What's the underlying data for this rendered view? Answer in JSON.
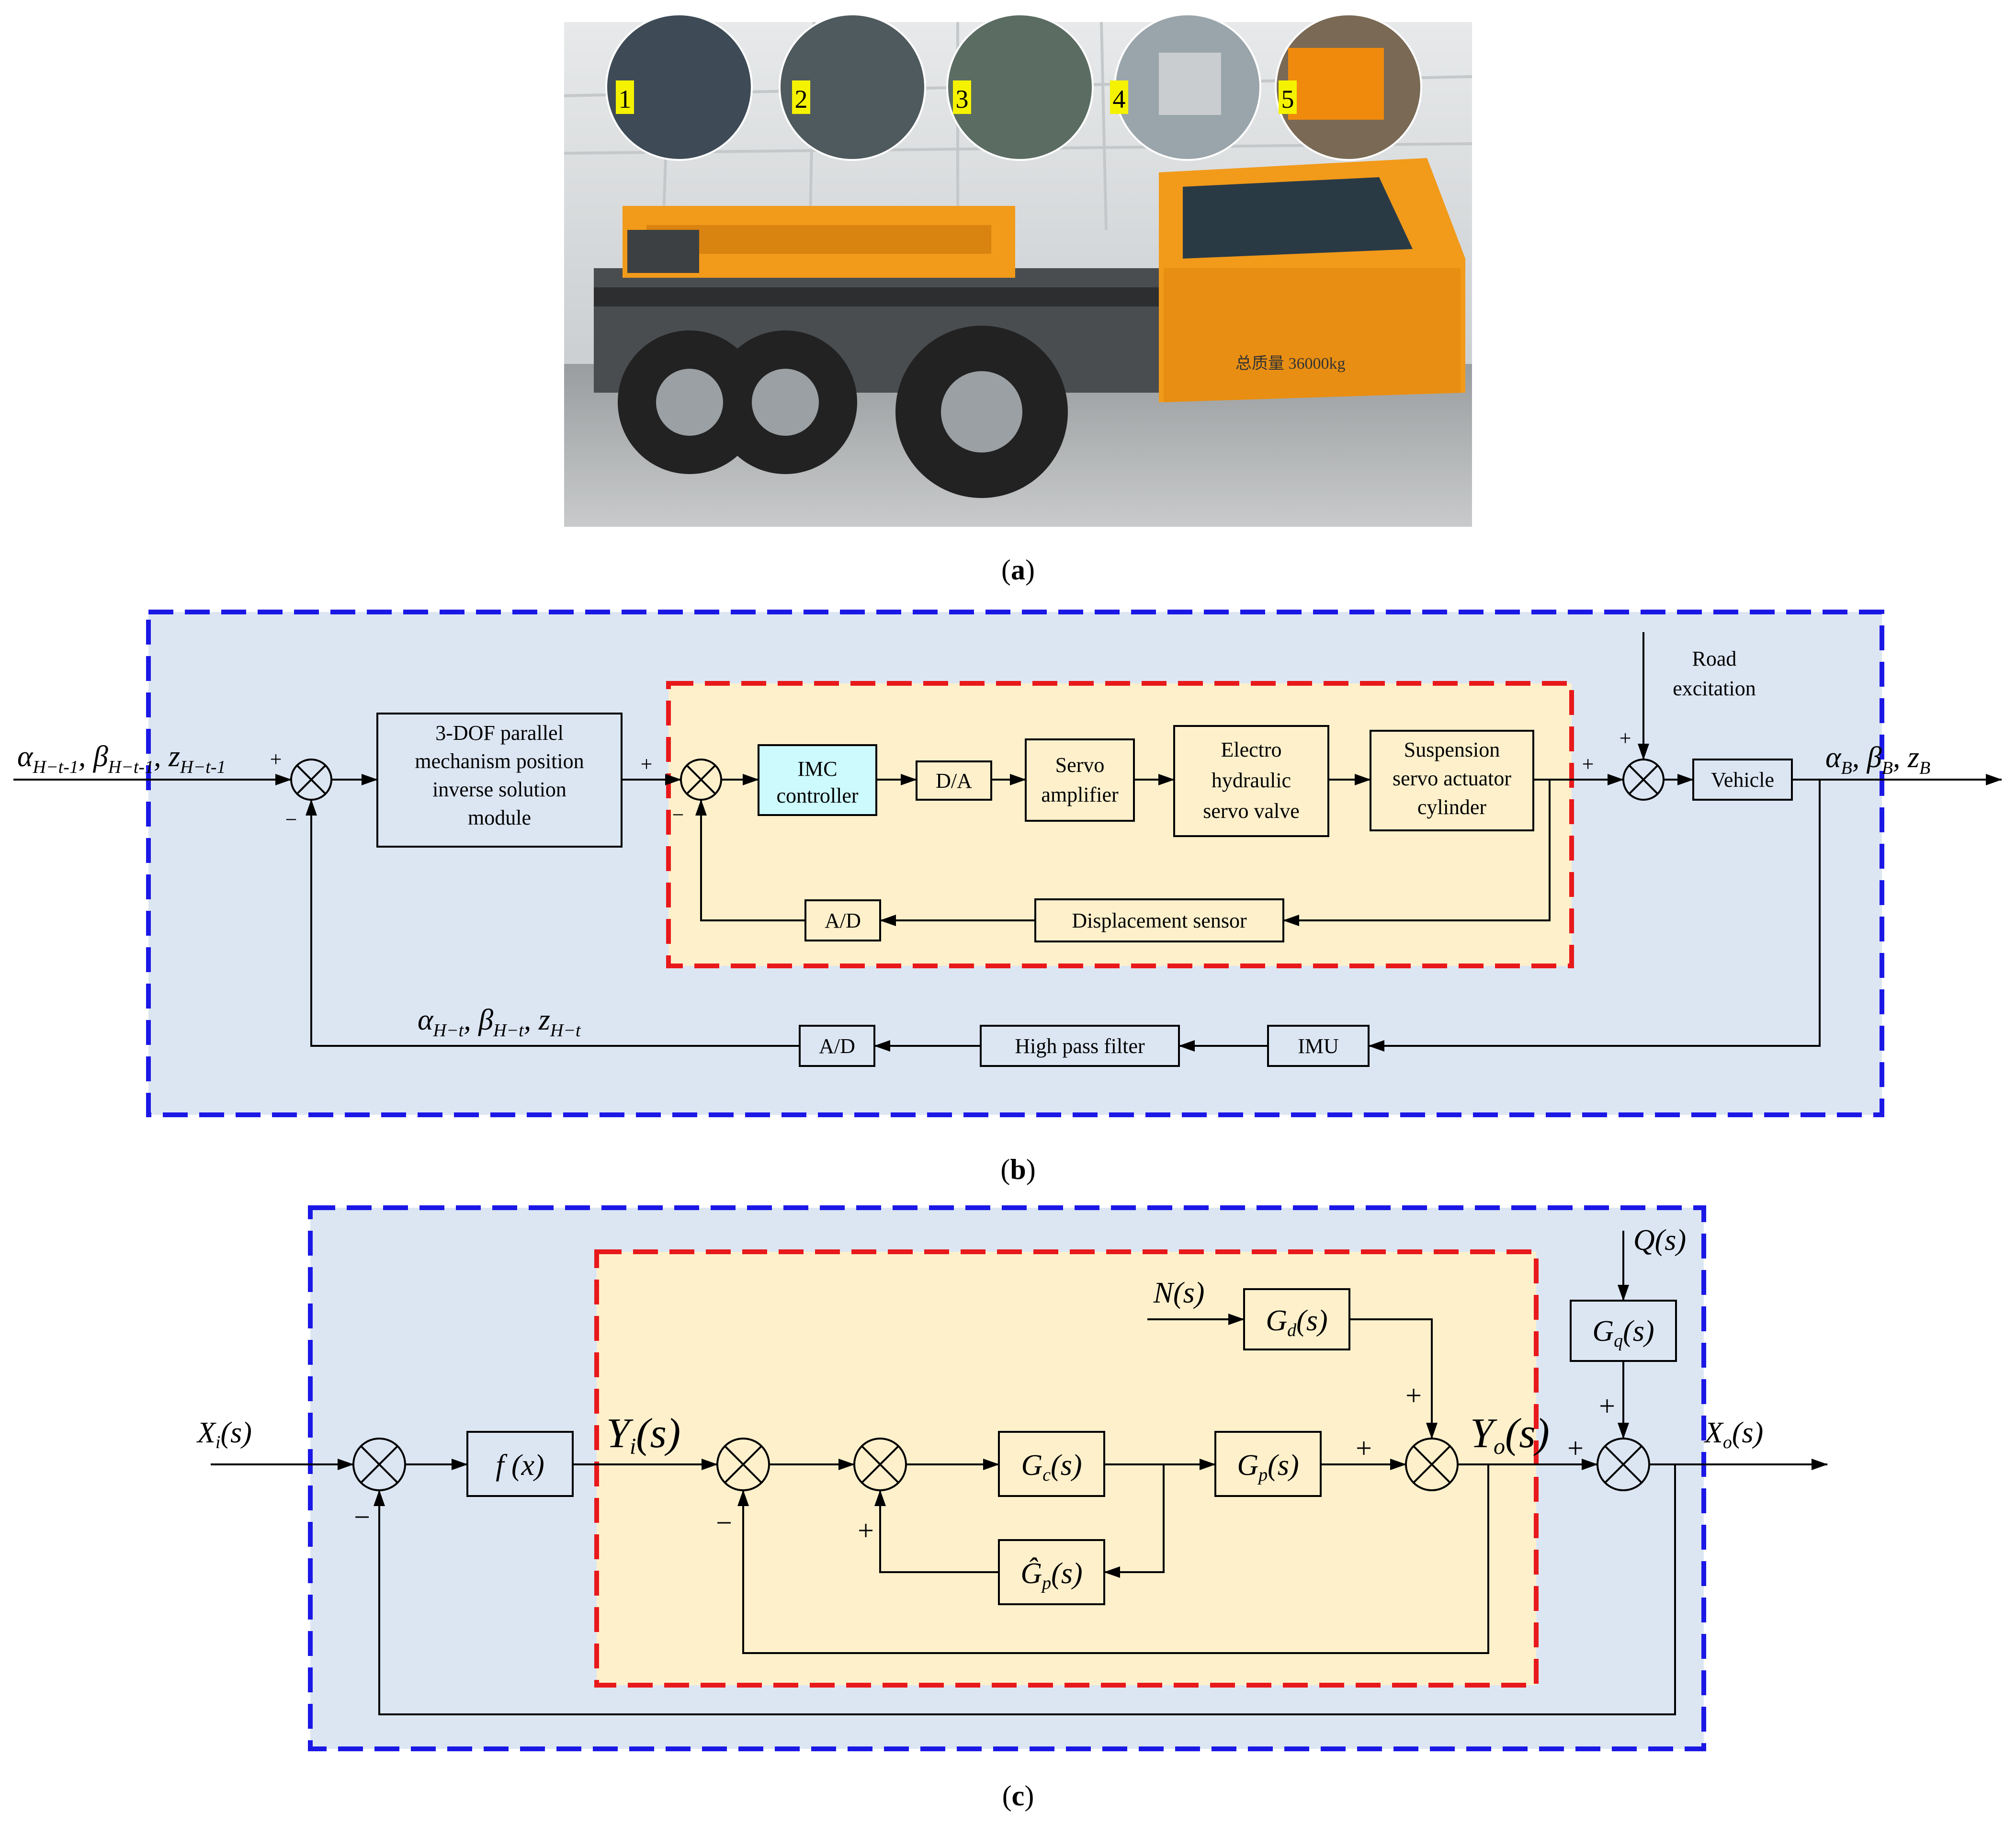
{
  "photo": {
    "callouts": [
      "1",
      "2",
      "3",
      "4",
      "5"
    ],
    "truck_text": "总质量 36000kg",
    "colors": {
      "truck_body": "#f29a1a",
      "callout_label_bg": "#f5f200"
    }
  },
  "captions": {
    "a": "a",
    "b": "b",
    "c": "c"
  },
  "diagram_b": {
    "input_label": {
      "alpha": "α",
      "alpha_sub": "H−t-1",
      "beta": "β",
      "beta_sub": "H−t-1",
      "z": "z",
      "z_sub": "H−t-1"
    },
    "blocks": {
      "inverse": [
        "3-DOF parallel",
        "mechanism position",
        "inverse solution",
        "module"
      ],
      "imc": [
        "IMC",
        "controller"
      ],
      "da": "D/A",
      "servo_amp": [
        "Servo",
        "amplifier"
      ],
      "ehsv": [
        "Electro",
        "hydraulic",
        "servo valve"
      ],
      "actuator": [
        "Suspension",
        "servo actuator",
        "cylinder"
      ],
      "vehicle": "Vehicle",
      "ad_inner": "A/D",
      "displacement": "Displacement sensor",
      "ad_outer": "A/D",
      "hpf": "High pass filter",
      "imu": "IMU"
    },
    "road": [
      "Road",
      "excitation"
    ],
    "output_label": {
      "alpha": "α",
      "alpha_sub": "B",
      "beta": "β",
      "beta_sub": "B",
      "z": "z",
      "z_sub": "B"
    },
    "feedback_label": {
      "alpha": "α",
      "alpha_sub": "H−t",
      "beta": "β",
      "beta_sub": "H−t",
      "z": "z",
      "z_sub": "H−t"
    },
    "signs": {
      "plus": "+",
      "minus": "−"
    }
  },
  "diagram_c": {
    "input": {
      "main": "X",
      "sub": "i",
      "arg": "(s)"
    },
    "fx": "f (x)",
    "yi": {
      "main": "Y",
      "sub": "i",
      "arg": "(s)"
    },
    "gc": {
      "main": "G",
      "sub": "c",
      "arg": "(s)"
    },
    "gp": {
      "main": "G",
      "sub": "p",
      "arg": "(s)"
    },
    "gphat": {
      "main": "Ĝ",
      "sub": "p",
      "arg": "(s)"
    },
    "gd": {
      "main": "G",
      "sub": "d",
      "arg": "(s)"
    },
    "gq": {
      "main": "G",
      "sub": "q",
      "arg": "(s)"
    },
    "ns": "N(s)",
    "qs": "Q(s)",
    "yo": {
      "main": "Y",
      "sub": "o",
      "arg": "(s)"
    },
    "xo": {
      "main": "X",
      "sub": "o",
      "arg": "(s)"
    },
    "signs": {
      "plus": "+",
      "minus": "−"
    }
  },
  "colors": {
    "outer_dash": "#1b18e6",
    "inner_dash": "#e8191b",
    "outer_fill": "#dce6f3",
    "inner_fill": "#fdf0cb",
    "imc_fill": "#cdfafd"
  }
}
